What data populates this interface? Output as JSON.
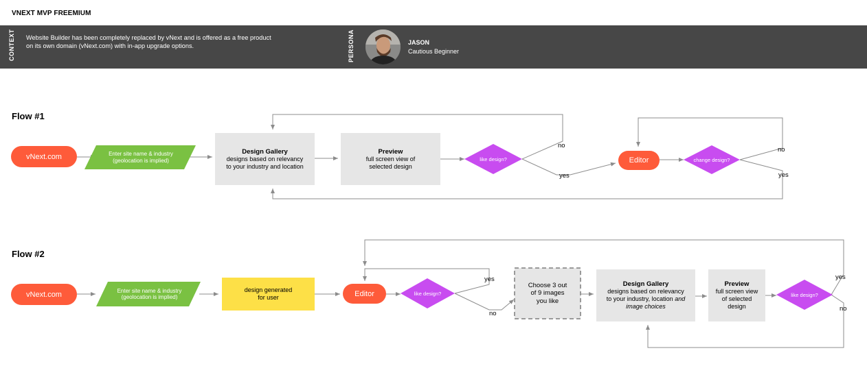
{
  "header": {
    "title": "VNEXT MVP FREEMIUM"
  },
  "context": {
    "label": "CONTEXT",
    "text": "Website Builder has been completely replaced by vNext and is offered as a free product on its own domain (vNext.com) with in-app upgrade options."
  },
  "persona": {
    "label": "PERSONA",
    "name": "JASON",
    "role": "Cautious Beginner"
  },
  "colors": {
    "start": "#fe5b3a",
    "input": "#7ac142",
    "decision": "#c84cf0",
    "box": "#e6e6e6",
    "generated": "#fde047",
    "edge": "#8c8c8c",
    "context_bg": "#474747"
  },
  "flow1": {
    "title": "Flow #1",
    "start": "vNext.com",
    "input": [
      "Enter site name & industry",
      "(geolocation is implied)"
    ],
    "gallery": {
      "title": "Design Gallery",
      "lines": [
        "designs based on relevancy",
        "to your industry and location"
      ]
    },
    "preview": {
      "title": "Preview",
      "lines": [
        "full screen view of",
        "selected design"
      ]
    },
    "like": "like design?",
    "like_no": "no",
    "like_yes": "yes",
    "editor": "Editor",
    "change": "change design?",
    "change_no": "no",
    "change_yes": "yes"
  },
  "flow2": {
    "title": "Flow #2",
    "start": "vNext.com",
    "input": [
      "Enter site name & industry",
      "(geolocation is implied)"
    ],
    "generated": [
      "design generated",
      "for user"
    ],
    "editor": "Editor",
    "like": "like design?",
    "like_yes": "yes",
    "like_no": "no",
    "choose": [
      "Choose 3 out",
      "of 9 images",
      "you like"
    ],
    "gallery": {
      "title": "Design Gallery",
      "lines": [
        "designs based on relevancy",
        "to your industry, location"
      ],
      "and_text": "and",
      "last_line": "image choices"
    },
    "preview": {
      "title": "Preview",
      "lines": [
        "full screen view",
        "of selected",
        "design"
      ]
    },
    "like2": "like design?",
    "like2_yes": "yes",
    "like2_no": "no"
  }
}
